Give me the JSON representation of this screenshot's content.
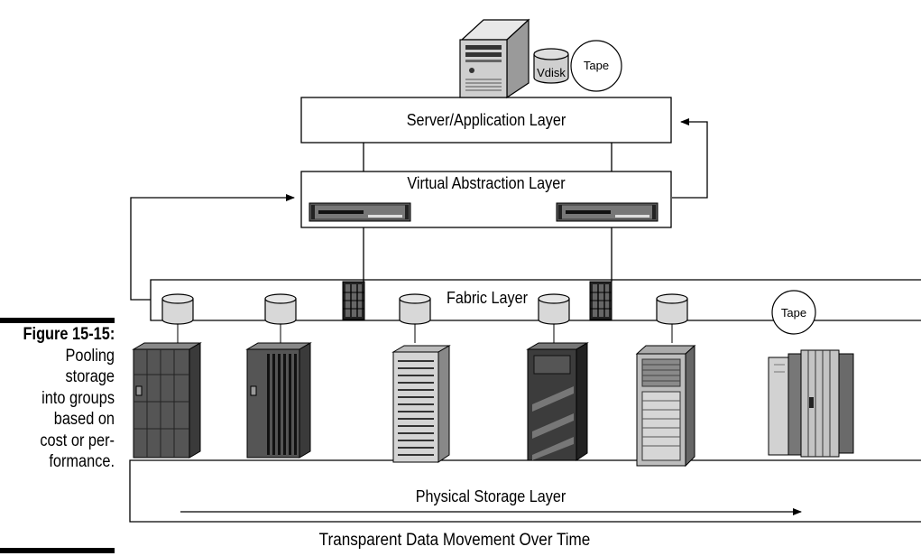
{
  "figure": {
    "number": "Figure 15-15:",
    "caption_lines": [
      "Pooling",
      "storage",
      "into groups",
      "based on",
      "cost or per-",
      "formance."
    ]
  },
  "layers": {
    "server": "Server/Application Layer",
    "virtual": "Virtual Abstraction Layer",
    "fabric": "Fabric Layer",
    "physical": "Physical Storage Layer"
  },
  "server_media": {
    "vdisk": "Vdisk",
    "tape": "Tape"
  },
  "fabric_tape": "Tape",
  "bottom_caption": "Transparent Data Movement Over Time"
}
